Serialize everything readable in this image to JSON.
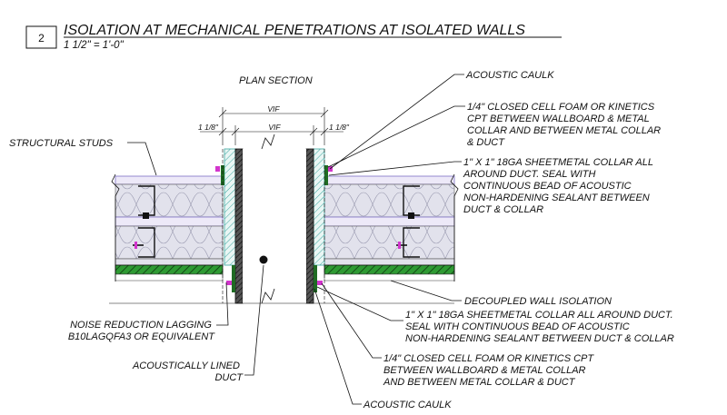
{
  "title_block": {
    "detail_number": "2",
    "title": "ISOLATION AT MECHANICAL PENETRATIONS AT ISOLATED WALLS",
    "scale": "1 1/2\" = 1'-0\""
  },
  "section_label": "PLAN SECTION",
  "dimensions": {
    "vif_outer": "VIF",
    "vif_inner": "VIF",
    "left_offset": "1 1/8\"",
    "right_offset": "1 1/8\""
  },
  "callouts": {
    "structural_studs": [
      "STRUCTURAL STUDS"
    ],
    "acoustic_caulk_top": [
      "ACOUSTIC CAULK"
    ],
    "foam_top": [
      "1/4\" CLOSED CELL FOAM OR KINETICS",
      "CPT BETWEEN WALLBOARD & METAL",
      "COLLAR AND BETWEEN METAL COLLAR",
      "& DUCT"
    ],
    "collar_top": [
      "1\" X 1\" 18GA SHEETMETAL COLLAR ALL",
      "AROUND DUCT.  SEAL WITH",
      "CONTINUOUS BEAD OF ACOUSTIC",
      "NON-HARDENING SEALANT BETWEEN",
      "DUCT & COLLAR"
    ],
    "decoupled": [
      "DECOUPLED WALL ISOLATION"
    ],
    "collar_bottom": [
      "1\" X 1\" 18GA SHEETMETAL COLLAR ALL AROUND DUCT.",
      "SEAL WITH CONTINUOUS BEAD OF ACOUSTIC",
      "NON-HARDENING SEALANT BETWEEN DUCT & COLLAR"
    ],
    "noise_lagging": [
      "NOISE REDUCTION LAGGING",
      "B10LAGQFA3 OR EQUIVALENT"
    ],
    "lined_duct": [
      "ACOUSTICALLY LINED",
      "DUCT"
    ],
    "foam_bottom": [
      "1/4\" CLOSED CELL FOAM OR KINETICS CPT",
      "BETWEEN WALLBOARD & METAL COLLAR",
      "AND BETWEEN METAL COLLAR & DUCT"
    ],
    "acoustic_caulk_bottom": [
      "ACOUSTIC CAULK"
    ]
  },
  "colors": {
    "line": "#111111",
    "insulation": "#e2e2ec",
    "wallboard": "#ede9f8",
    "wallboard_line": "#7c6fc4",
    "green_layer": "#2e9a33",
    "foam_hatch": "#3aa6a0",
    "caulk": "#d235cc",
    "collar": "#1f6b23",
    "duct_liner": "#3f3f3f"
  }
}
